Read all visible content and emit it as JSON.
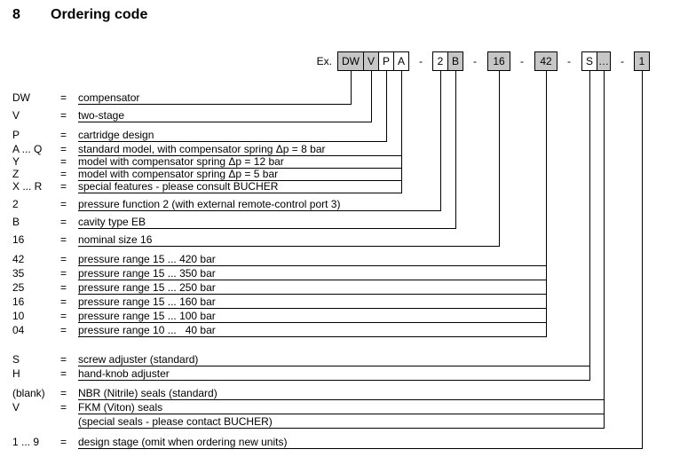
{
  "heading": {
    "number": "8",
    "title": "Ordering code"
  },
  "example": {
    "label": "Ex.",
    "separator": "-",
    "boxes": [
      {
        "text": "DW",
        "shaded": true
      },
      {
        "text": "V",
        "shaded": true
      },
      {
        "text": "P",
        "shaded": false
      },
      {
        "text": "A",
        "shaded": false
      },
      {
        "text": "2",
        "shaded": false
      },
      {
        "text": "B",
        "shaded": true
      },
      {
        "text": "16",
        "shaded": true
      },
      {
        "text": "42",
        "shaded": true
      },
      {
        "text": "S",
        "shaded": false
      },
      {
        "text": "…",
        "shaded": true
      },
      {
        "text": "1",
        "shaded": true
      }
    ]
  },
  "eq": "=",
  "rows": [
    {
      "code": "DW",
      "desc": "compensator"
    },
    {
      "code": "V",
      "desc": "two-stage"
    },
    {
      "code": "P",
      "desc": "cartridge design"
    },
    {
      "code": "A ... Q",
      "desc": "standard model, with compensator spring Δp = 8 bar"
    },
    {
      "code": "Y",
      "desc": "model with compensator spring Δp = 12 bar"
    },
    {
      "code": "Z",
      "desc": "model with compensator spring Δp = 5 bar"
    },
    {
      "code": "X ... R",
      "desc": "special features - please consult BUCHER"
    },
    {
      "code": "2",
      "desc": "pressure function 2 (with external remote-control port 3)"
    },
    {
      "code": "B",
      "desc": "cavity type EB"
    },
    {
      "code": "16",
      "desc": "nominal size 16"
    },
    {
      "code": "42",
      "desc": "pressure range 15 ... 420 bar"
    },
    {
      "code": "35",
      "desc": "pressure range 15 ... 350 bar"
    },
    {
      "code": "25",
      "desc": "pressure range 15 ... 250 bar"
    },
    {
      "code": "16",
      "desc": "pressure range 15 ... 160 bar"
    },
    {
      "code": "10",
      "desc": "pressure range 15 ... 100 bar"
    },
    {
      "code": "04",
      "desc": "pressure range 10 ...   40 bar"
    },
    {
      "code": "S",
      "desc": "screw adjuster (standard)"
    },
    {
      "code": "H",
      "desc": "hand-knob adjuster"
    },
    {
      "code": "(blank)",
      "desc": "NBR (Nitrile) seals (standard)"
    },
    {
      "code": "V",
      "desc": "FKM (Viton) seals"
    },
    {
      "code": "",
      "desc": "(special seals - please contact BUCHER)"
    },
    {
      "code": "1 ... 9",
      "desc": "design stage (omit when ordering new units)"
    }
  ],
  "colors": {
    "box_shaded": "#c6c6c6",
    "line": "#000000"
  }
}
